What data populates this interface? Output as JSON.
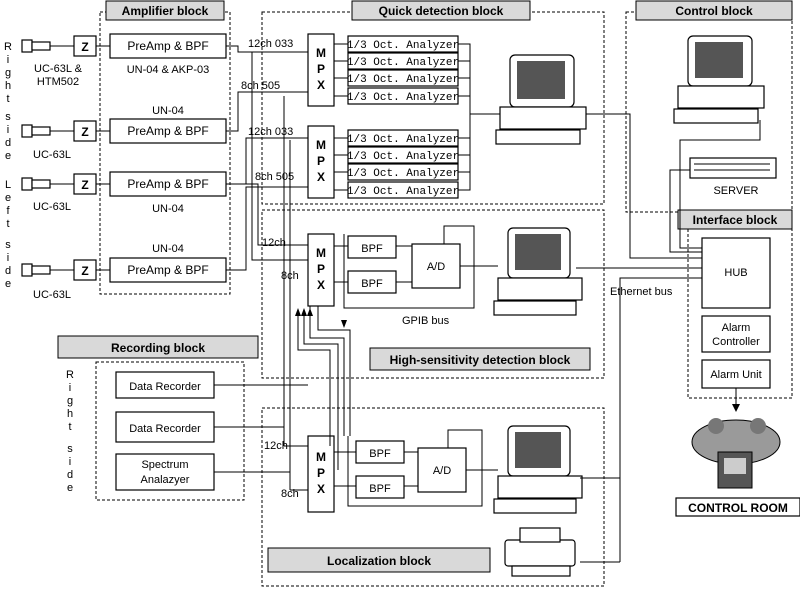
{
  "blocks": {
    "amplifier": "Amplifier block",
    "quick": "Quick detection block",
    "control": "Control block",
    "interface": "Interface block",
    "high": "High-sensitivity detection block",
    "recording": "Recording block",
    "localization": "Localization block"
  },
  "side_labels": {
    "right_top": [
      "R",
      "i",
      "g",
      "h",
      "t",
      "",
      "s",
      "i",
      "d",
      "e"
    ],
    "left": [
      "L",
      "e",
      "f",
      "t",
      "",
      "s",
      "i",
      "d",
      "e"
    ],
    "right_rec": [
      "R",
      "i",
      "g",
      "h",
      "t",
      "",
      "s",
      "i",
      "d",
      "e"
    ]
  },
  "sensors": {
    "z": "Z",
    "s1a": "UC-63L &",
    "s1b": "HTM502",
    "s2": "UC-63L",
    "s3": "UC-63L",
    "s4": "UC-63L"
  },
  "preamp": "PreAmp & BPF",
  "amp_labels": {
    "a1": "UN-04 & AKP-03",
    "a2": "UN-04",
    "a3": "UN-04",
    "a4": "UN-04"
  },
  "channels": {
    "c12_033": "12ch 033",
    "c8_505": "8ch 505",
    "c12": "12ch",
    "c8": "8ch"
  },
  "mpx": [
    "M",
    "P",
    "X"
  ],
  "analyzer": "1/3 Oct. Analyzer",
  "bpf": "BPF",
  "ad": "A/D",
  "gpib": "GPIB bus",
  "server": "SERVER",
  "hub": "HUB",
  "alarm_controller_1": "Alarm",
  "alarm_controller_2": "Controller",
  "alarm_unit": "Alarm Unit",
  "control_room": "CONTROL ROOM",
  "ethernet": "Ethernet bus",
  "recorders": {
    "r1": "Data Recorder",
    "r2": "Data Recorder",
    "r3a": "Spectrum",
    "r3b": "Analazyer"
  }
}
